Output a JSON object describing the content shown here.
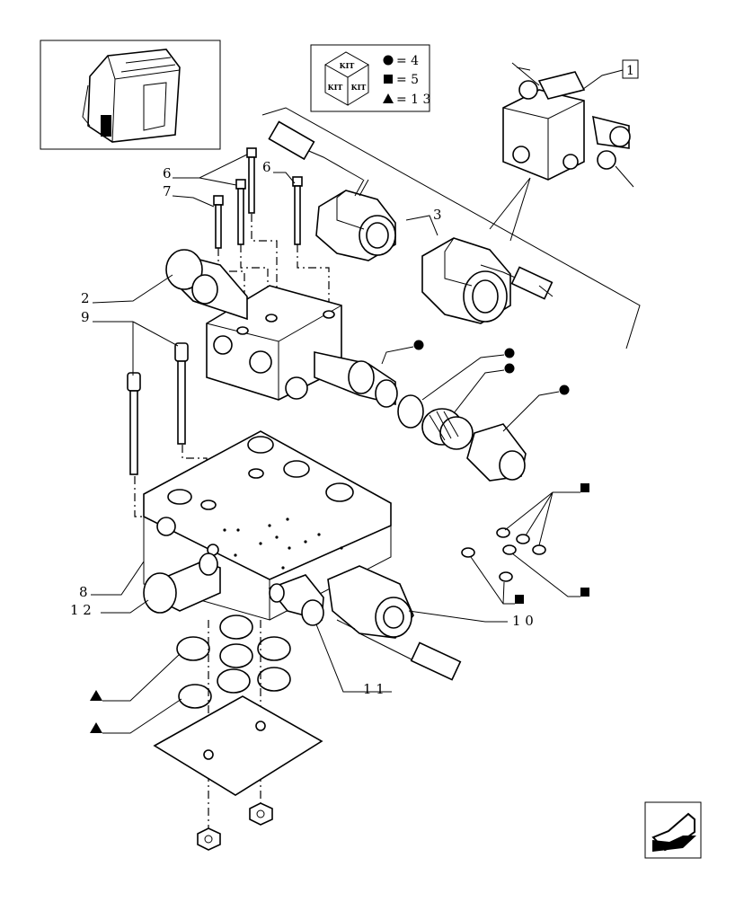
{
  "kit_legend": {
    "cube_labels": [
      "KIT",
      "KIT",
      "KIT"
    ],
    "rows": [
      {
        "symbol": "circle",
        "text": "= 4"
      },
      {
        "symbol": "square",
        "text": "= 5"
      },
      {
        "symbol": "triangle",
        "text": "= 1 3"
      }
    ]
  },
  "assembly_ref": "1",
  "callouts": {
    "c6a": "6",
    "c7": "7",
    "c6b": "6",
    "c3": "3",
    "c2": "2",
    "c9": "9",
    "c8": "8",
    "c12": "1 2",
    "c10": "1 0",
    "c11": "1 1"
  },
  "icons": {
    "thumbnail": "tractor-cab-icon",
    "navigation": "arrow-icon"
  },
  "colors": {
    "line": "#000000",
    "background": "#ffffff"
  }
}
